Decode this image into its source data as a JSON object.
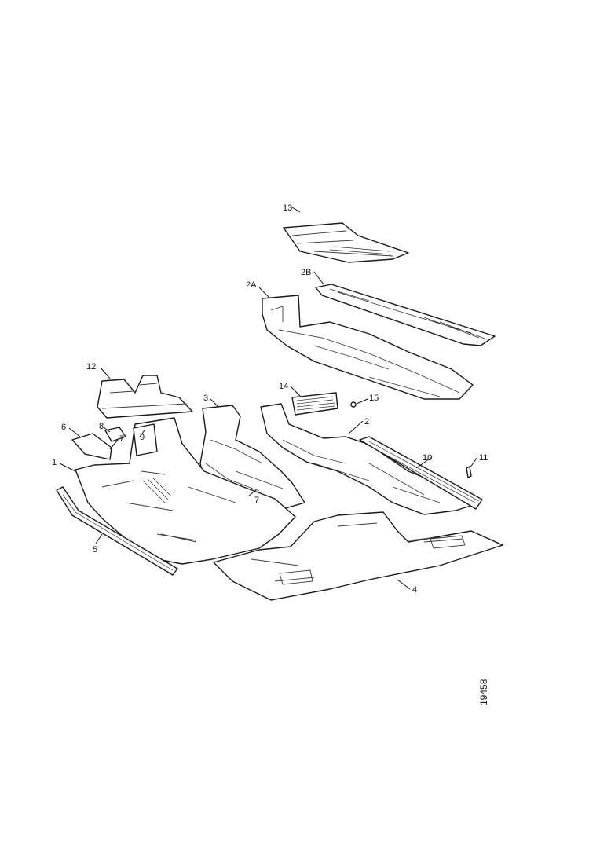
{
  "drawing_number": "19458",
  "callouts": {
    "c1": "1",
    "c2": "2",
    "c2a": "2A",
    "c2b": "2B",
    "c3": "3",
    "c4": "4",
    "c5": "5",
    "c6": "6",
    "c7a": "7",
    "c7b": "7",
    "c8": "8",
    "c9": "9",
    "c10": "10",
    "c11": "11",
    "c12": "12",
    "c13": "13",
    "c14": "14",
    "c15": "15"
  },
  "colors": {
    "line": "#1a1a1a",
    "background": "#ffffff"
  }
}
